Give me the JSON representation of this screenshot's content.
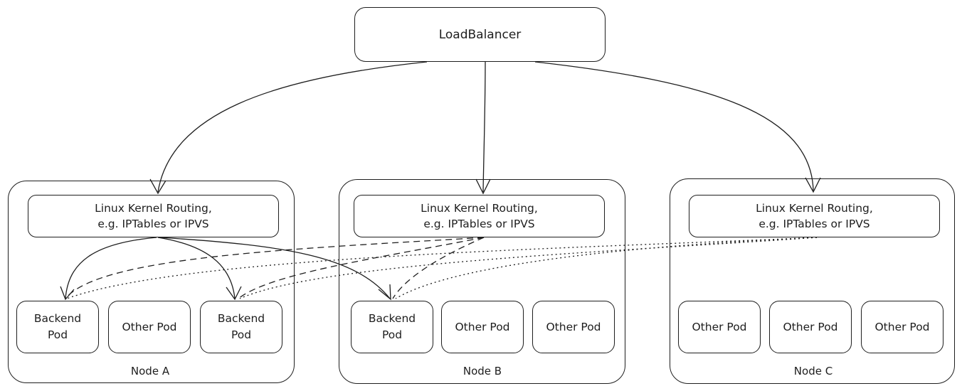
{
  "load_balancer": {
    "label": "LoadBalancer"
  },
  "nodes": [
    {
      "label": "Node A",
      "kernel": "Linux Kernel Routing,\ne.g. IPTables or IPVS",
      "pods": [
        "Backend\nPod",
        "Other Pod",
        "Backend\nPod"
      ]
    },
    {
      "label": "Node B",
      "kernel": "Linux Kernel Routing,\ne.g. IPTables or IPVS",
      "pods": [
        "Backend\nPod",
        "Other Pod",
        "Other Pod"
      ]
    },
    {
      "label": "Node C",
      "kernel": "Linux Kernel Routing,\ne.g. IPTables or IPVS",
      "pods": [
        "Other Pod",
        "Other Pod",
        "Other Pod"
      ]
    }
  ],
  "colors": {
    "stroke": "#1e1e1e",
    "background": "#ffffff"
  }
}
